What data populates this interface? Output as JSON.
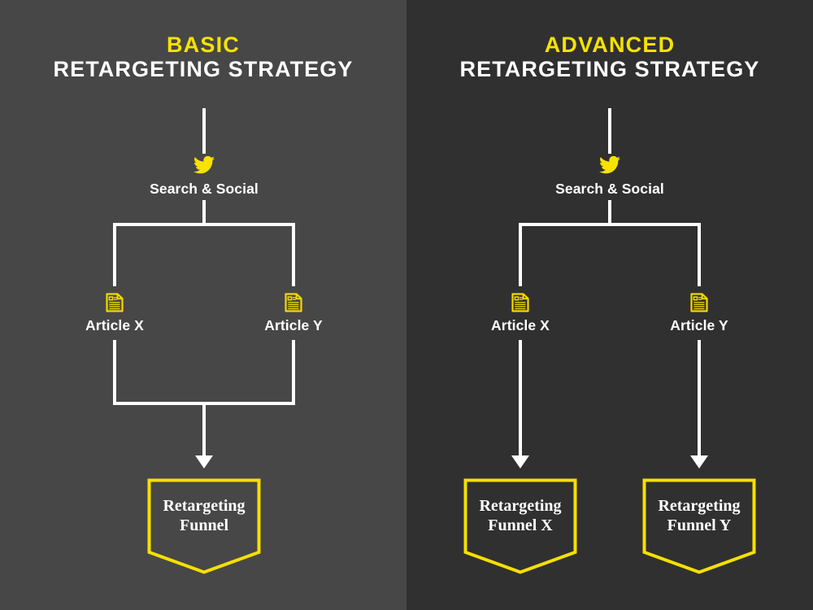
{
  "colors": {
    "bg_left": "#474747",
    "bg_right": "#303030",
    "accent_yellow": "#F8E200",
    "funnel_yellow": "#F5E000",
    "line_white": "#FFFFFF",
    "text_white": "#FFFFFF"
  },
  "panels": [
    {
      "id": "basic",
      "title_kicker": "BASIC",
      "title_main": "RETARGETING STRATEGY",
      "source": {
        "icon": "twitter-bird-icon",
        "label": "Search & Social"
      },
      "articles": [
        {
          "icon": "article-document-icon",
          "label": "Article X"
        },
        {
          "icon": "article-document-icon",
          "label": "Article Y"
        }
      ],
      "funnels": [
        {
          "line1": "Retargeting",
          "line2": "Funnel"
        }
      ]
    },
    {
      "id": "advanced",
      "title_kicker": "ADVANCED",
      "title_main": "RETARGETING STRATEGY",
      "source": {
        "icon": "twitter-bird-icon",
        "label": "Search & Social"
      },
      "articles": [
        {
          "icon": "article-document-icon",
          "label": "Article X"
        },
        {
          "icon": "article-document-icon",
          "label": "Article Y"
        }
      ],
      "funnels": [
        {
          "line1": "Retargeting",
          "line2": "Funnel X"
        },
        {
          "line1": "Retargeting",
          "line2": "Funnel Y"
        }
      ]
    }
  ]
}
